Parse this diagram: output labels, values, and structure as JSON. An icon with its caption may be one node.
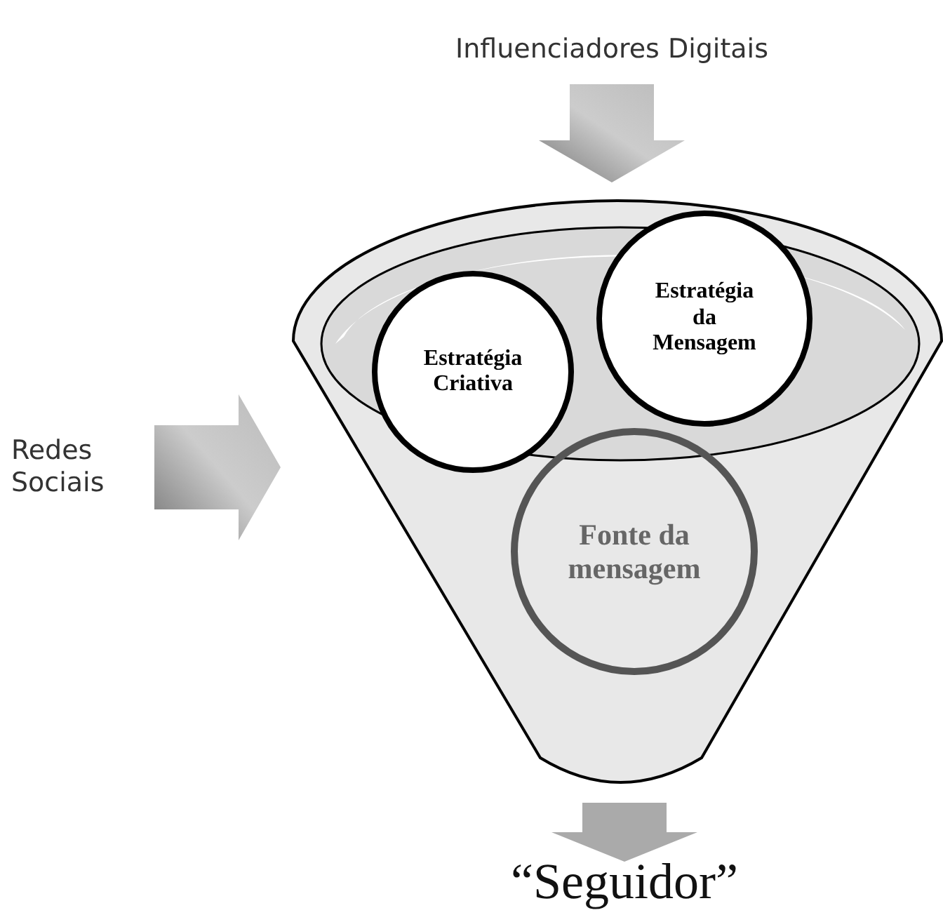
{
  "diagram": {
    "nodes": [
      {
        "text": [
          "Influenciadores Digitais"
        ]
      },
      {
        "text": [
          "Redes Sociais"
        ]
      },
      {
        "text": [],
        "shape": "funnel"
      },
      {
        "text": [
          "Estratégia Criativa"
        ],
        "in": 2
      },
      {
        "text": [
          "Estratégia da Mensagem"
        ],
        "in": 2
      },
      {
        "text": [
          "Fonte da mensagem"
        ],
        "in": 2
      },
      {
        "text": [
          "“Seguidor”"
        ]
      }
    ],
    "edges": [
      {
        "from": 0,
        "to": 2,
        "arrow": "to",
        "style": "thick"
      },
      {
        "from": 1,
        "to": 2,
        "arrow": "to",
        "style": "thick"
      },
      {
        "from": 2,
        "to": 6,
        "arrow": "to",
        "style": "thick"
      }
    ]
  }
}
